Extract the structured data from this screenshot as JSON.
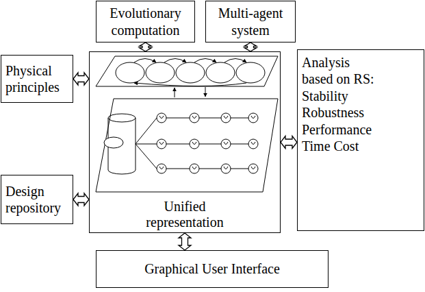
{
  "diagram": {
    "nodes": [
      {
        "text": [
          "Evolutionary computation"
        ]
      },
      {
        "text": [
          "Multi-agent system"
        ]
      },
      {
        "text": [
          "Physical principles"
        ]
      },
      {
        "text": [
          "Unified representation"
        ]
      },
      {
        "text": [
          "Analysis based on RS:",
          "Stability Robustness Performance Time Cost"
        ]
      },
      {
        "text": [
          "Design repository"
        ]
      },
      {
        "text": [
          "Graphical User Interface"
        ]
      }
    ],
    "edges": [
      {
        "from": 0,
        "to": 3,
        "arrow": "both"
      },
      {
        "from": 1,
        "to": 3,
        "arrow": "both"
      },
      {
        "from": 2,
        "to": 3,
        "arrow": "both"
      },
      {
        "from": 3,
        "to": 4,
        "arrow": "both"
      },
      {
        "from": 5,
        "to": 3,
        "arrow": "both"
      },
      {
        "from": 3,
        "to": 6,
        "arrow": "both"
      }
    ]
  }
}
